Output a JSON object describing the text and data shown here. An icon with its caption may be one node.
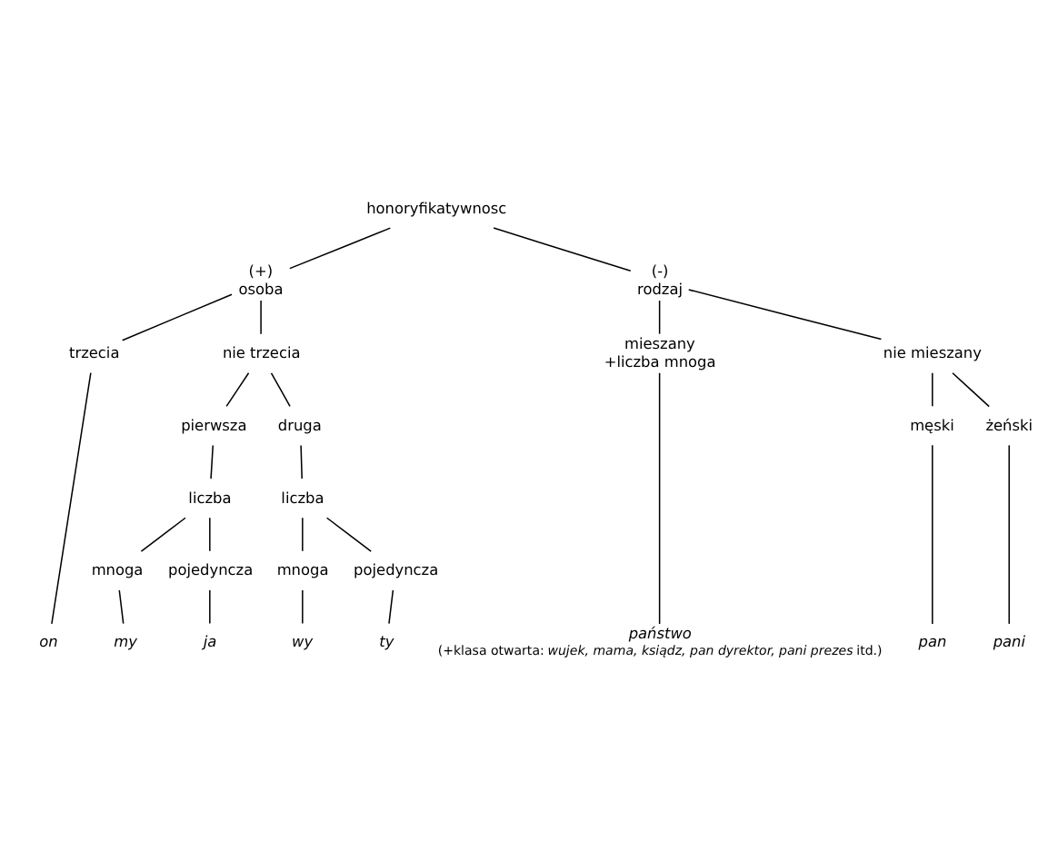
{
  "diagram": {
    "nodes": [
      {
        "text": [
          "honoryfikatywnosc"
        ]
      },
      {
        "text": [
          "(+)",
          "osoba"
        ]
      },
      {
        "text": [
          "(-)",
          "rodzaj"
        ]
      },
      {
        "text": [
          "trzecia"
        ]
      },
      {
        "text": [
          "nie trzecia"
        ]
      },
      {
        "text": [
          "mieszany",
          "+liczba mnoga"
        ]
      },
      {
        "text": [
          "nie mieszany"
        ]
      },
      {
        "text": [
          "pierwsza"
        ]
      },
      {
        "text": [
          "druga"
        ]
      },
      {
        "text": [
          "męski"
        ]
      },
      {
        "text": [
          "żeński"
        ]
      },
      {
        "text": [
          "liczba"
        ]
      },
      {
        "text": [
          "liczba"
        ]
      },
      {
        "text": [
          "mnoga"
        ]
      },
      {
        "text": [
          "pojedyncza"
        ]
      },
      {
        "text": [
          "mnoga"
        ]
      },
      {
        "text": [
          "pojedyncza"
        ]
      },
      {
        "text": [
          "on"
        ]
      },
      {
        "text": [
          "my"
        ]
      },
      {
        "text": [
          "ja"
        ]
      },
      {
        "text": [
          "wy"
        ]
      },
      {
        "text": [
          "ty"
        ]
      },
      {
        "text": [
          "państwo"
        ],
        "beside": [
          "(+klasa otwarta: *wujek, mama, ksiądz, pan dyrektor, pani prezes* itd.)"
        ]
      },
      {
        "text": [
          "pan"
        ]
      },
      {
        "text": [
          "pani"
        ]
      }
    ],
    "edges": [
      {
        "from": 0,
        "to": 1,
        "arrow": "none"
      },
      {
        "from": 0,
        "to": 2,
        "arrow": "none"
      },
      {
        "from": 1,
        "to": 3,
        "arrow": "none"
      },
      {
        "from": 1,
        "to": 4,
        "arrow": "none"
      },
      {
        "from": 2,
        "to": 5,
        "arrow": "none"
      },
      {
        "from": 2,
        "to": 6,
        "arrow": "none"
      },
      {
        "from": 4,
        "to": 7,
        "arrow": "none"
      },
      {
        "from": 4,
        "to": 8,
        "arrow": "none"
      },
      {
        "from": 6,
        "to": 9,
        "arrow": "none"
      },
      {
        "from": 6,
        "to": 10,
        "arrow": "none"
      },
      {
        "from": 7,
        "to": 11,
        "arrow": "none"
      },
      {
        "from": 8,
        "to": 12,
        "arrow": "none"
      },
      {
        "from": 11,
        "to": 13,
        "arrow": "none"
      },
      {
        "from": 11,
        "to": 14,
        "arrow": "none"
      },
      {
        "from": 12,
        "to": 15,
        "arrow": "none"
      },
      {
        "from": 12,
        "to": 16,
        "arrow": "none"
      },
      {
        "from": 3,
        "to": 17,
        "arrow": "none"
      },
      {
        "from": 13,
        "to": 18,
        "arrow": "none"
      },
      {
        "from": 14,
        "to": 19,
        "arrow": "none"
      },
      {
        "from": 15,
        "to": 20,
        "arrow": "none"
      },
      {
        "from": 16,
        "to": 21,
        "arrow": "none"
      },
      {
        "from": 5,
        "to": 22,
        "arrow": "none"
      },
      {
        "from": 9,
        "to": 23,
        "arrow": "none"
      },
      {
        "from": 10,
        "to": 24,
        "arrow": "none"
      }
    ]
  }
}
